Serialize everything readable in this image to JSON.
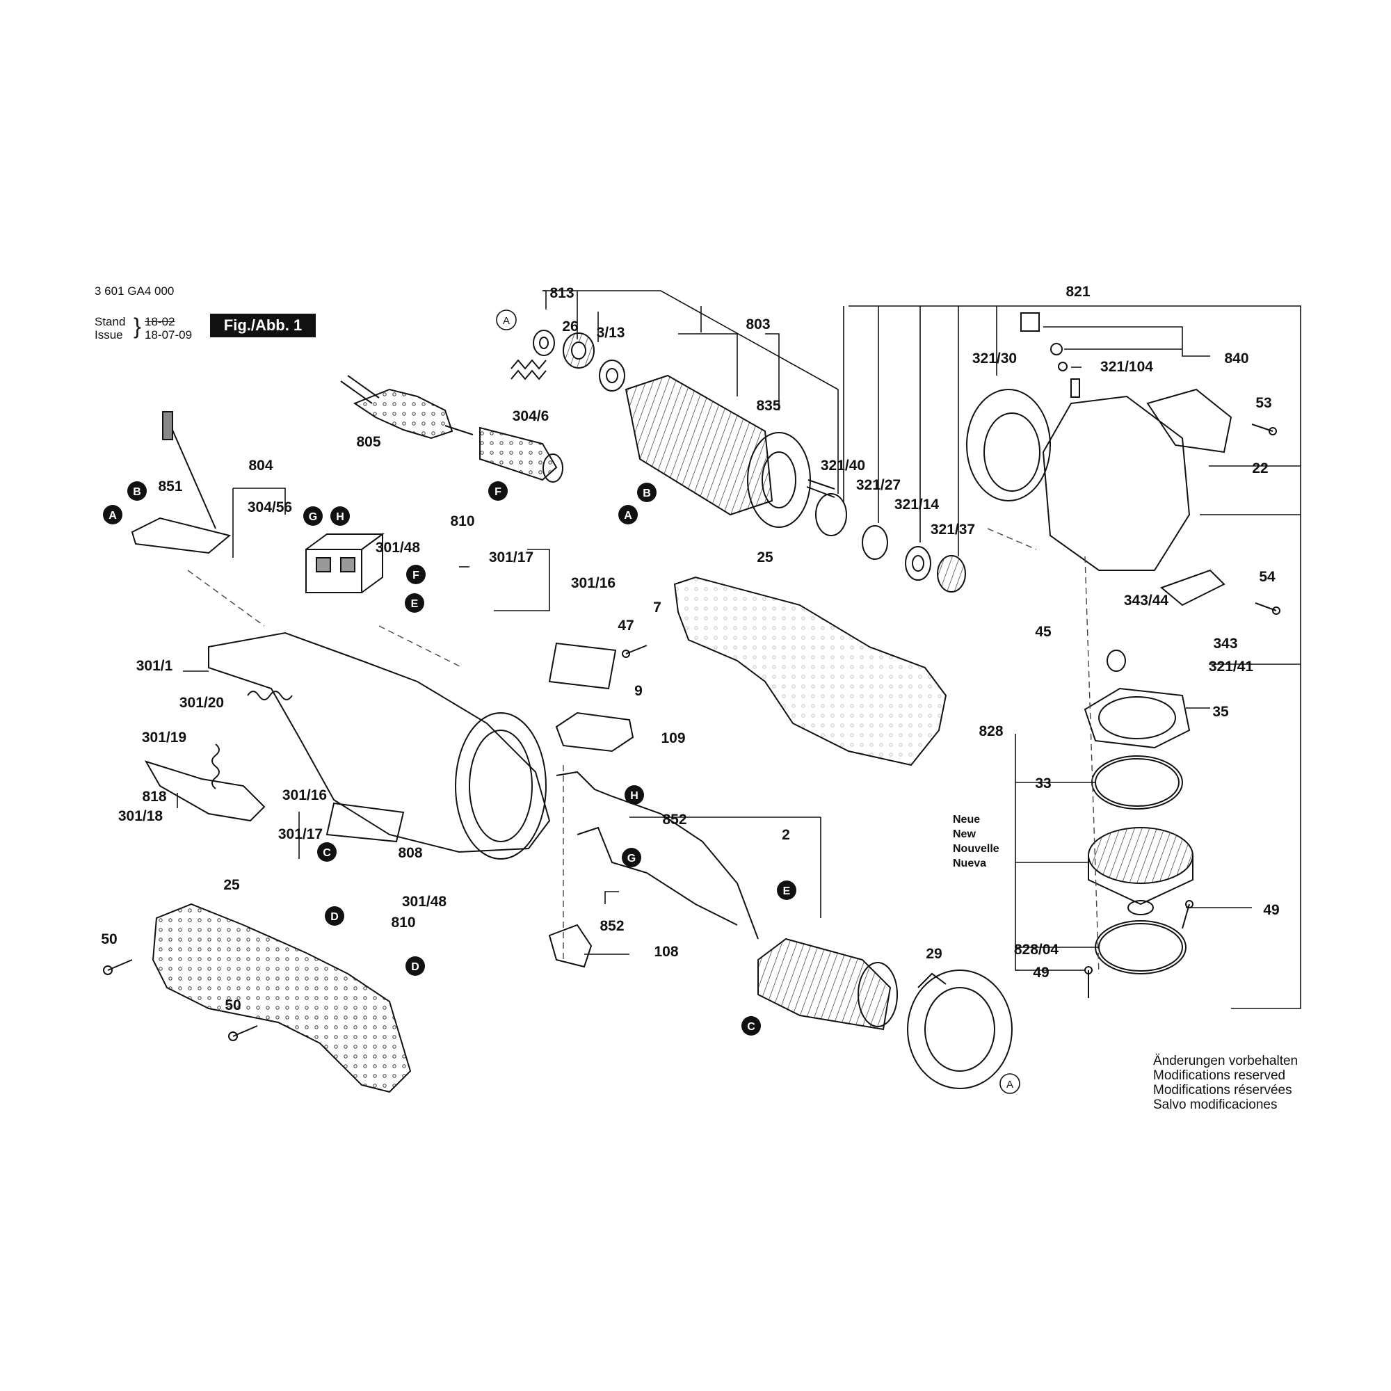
{
  "header": {
    "model": "3 601 GA4 000",
    "stand_label": "Stand",
    "issue_label": "Issue",
    "stand_value": "18-02",
    "issue_value": "18-07-09",
    "figure": "Fig./Abb. 1"
  },
  "notes": [
    "Änderungen vorbehalten",
    "Modifications reserved",
    "Modifications réservées",
    "Salvo modificaciones"
  ],
  "new_note": [
    "Neue",
    "New",
    "Nouvelle",
    "Nueva"
  ],
  "parts": [
    {
      "id": "813"
    },
    {
      "id": "26"
    },
    {
      "id": "3/13"
    },
    {
      "id": "803"
    },
    {
      "id": "835"
    },
    {
      "id": "821"
    },
    {
      "id": "321/30"
    },
    {
      "id": "840"
    },
    {
      "id": "321/104"
    },
    {
      "id": "53"
    },
    {
      "id": "22"
    },
    {
      "id": "805"
    },
    {
      "id": "304/6"
    },
    {
      "id": "321/40"
    },
    {
      "id": "321/27"
    },
    {
      "id": "321/14"
    },
    {
      "id": "321/37"
    },
    {
      "id": "804"
    },
    {
      "id": "851"
    },
    {
      "id": "304/56"
    },
    {
      "id": "810"
    },
    {
      "id": "301/48"
    },
    {
      "id": "301/17"
    },
    {
      "id": "301/16"
    },
    {
      "id": "25"
    },
    {
      "id": "54"
    },
    {
      "id": "343/44"
    },
    {
      "id": "45"
    },
    {
      "id": "343"
    },
    {
      "id": "321/41"
    },
    {
      "id": "47"
    },
    {
      "id": "7"
    },
    {
      "id": "301/1"
    },
    {
      "id": "9"
    },
    {
      "id": "301/20"
    },
    {
      "id": "35"
    },
    {
      "id": "828"
    },
    {
      "id": "301/19"
    },
    {
      "id": "109"
    },
    {
      "id": "33"
    },
    {
      "id": "818"
    },
    {
      "id": "301/18"
    },
    {
      "id": "301/16"
    },
    {
      "id": "852"
    },
    {
      "id": "2"
    },
    {
      "id": "301/17"
    },
    {
      "id": "808"
    },
    {
      "id": "25"
    },
    {
      "id": "301/48"
    },
    {
      "id": "810"
    },
    {
      "id": "49"
    },
    {
      "id": "50"
    },
    {
      "id": "852"
    },
    {
      "id": "108"
    },
    {
      "id": "29"
    },
    {
      "id": "828/04"
    },
    {
      "id": "49"
    },
    {
      "id": "50"
    }
  ],
  "refs": [
    {
      "letter": "A"
    },
    {
      "letter": "B"
    },
    {
      "letter": "A"
    },
    {
      "letter": "B"
    },
    {
      "letter": "A"
    },
    {
      "letter": "G"
    },
    {
      "letter": "H"
    },
    {
      "letter": "F"
    },
    {
      "letter": "F"
    },
    {
      "letter": "E"
    },
    {
      "letter": "H"
    },
    {
      "letter": "C"
    },
    {
      "letter": "G"
    },
    {
      "letter": "E"
    },
    {
      "letter": "D"
    },
    {
      "letter": "D"
    },
    {
      "letter": "C"
    },
    {
      "letter": "A"
    }
  ]
}
